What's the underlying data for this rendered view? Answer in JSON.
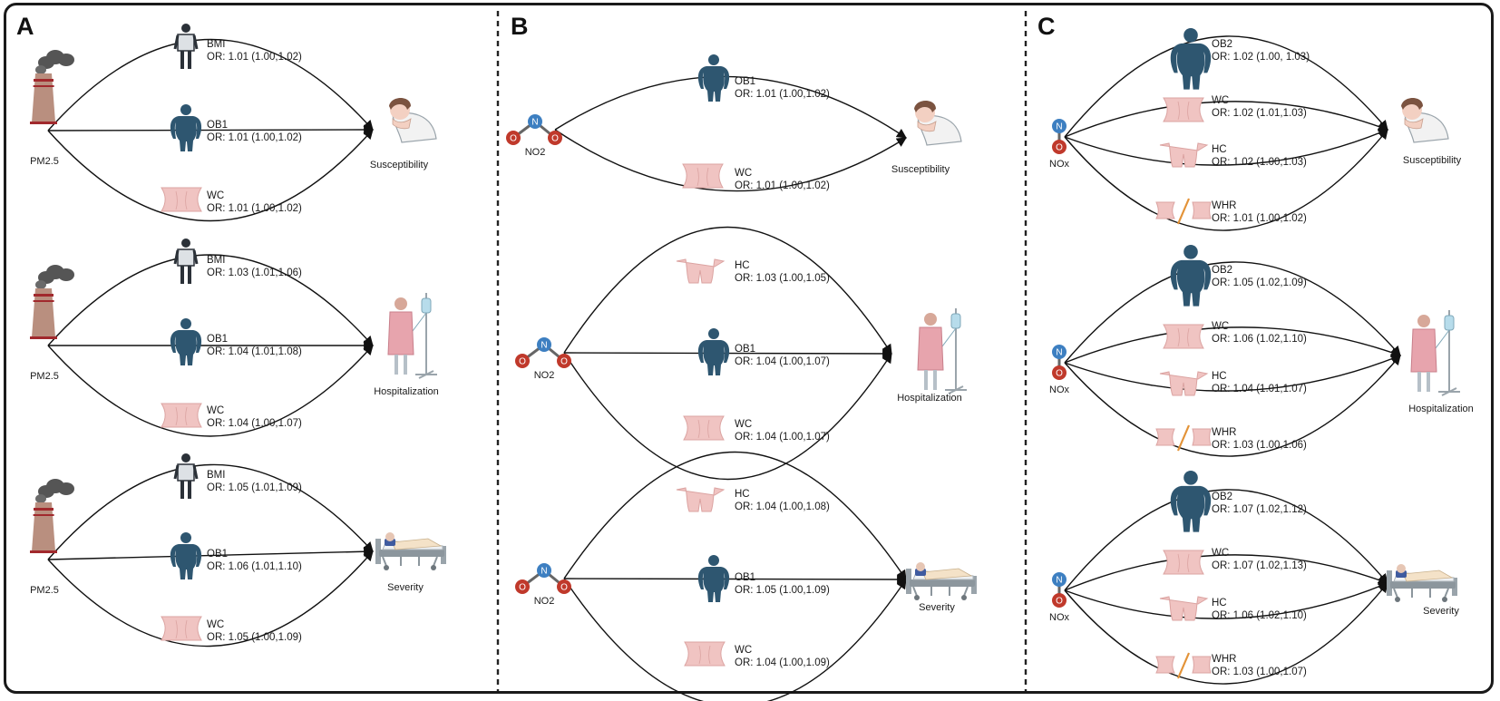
{
  "colors": {
    "silhouette": "#2e5670",
    "body_tone": "#f0c4c2",
    "body_stroke": "#dba3a1",
    "ratio_slash": "#e39338",
    "smoke": "#555555",
    "stack": "#b98f7f",
    "stack_band": "#a1292d",
    "oxygen": "#c0392b",
    "nitrogen": "#3d7fc1",
    "lines": "#111111",
    "divider": "#222222"
  },
  "panels": [
    {
      "label": "A",
      "rows": [
        {
          "exposure": "PM2.5",
          "exposure_icon": "factory-icon",
          "outcome": "Susceptibility",
          "outcome_icon": "coughing-patient-icon",
          "mediators": [
            {
              "name": "BMI",
              "or": "OR: 1.01 (1.00,1.02)",
              "icon": "person-icon",
              "position": "top"
            },
            {
              "name": "OB1",
              "or": "OR: 1.01 (1.00,1.02)",
              "icon": "obese-silhouette-icon",
              "position": "middle"
            },
            {
              "name": "WC",
              "or": "OR: 1.01 (1.00,1.02)",
              "icon": "waist-icon",
              "position": "bottom"
            }
          ]
        },
        {
          "exposure": "PM2.5",
          "exposure_icon": "factory-icon",
          "outcome": "Hospitalization",
          "outcome_icon": "hospital-patient-icon",
          "mediators": [
            {
              "name": "BMI",
              "or": "OR: 1.03 (1.01,1.06)",
              "icon": "person-icon",
              "position": "top"
            },
            {
              "name": "OB1",
              "or": "OR: 1.04 (1.01,1.08)",
              "icon": "obese-silhouette-icon",
              "position": "middle"
            },
            {
              "name": "WC",
              "or": "OR: 1.04 (1.00,1.07)",
              "icon": "waist-icon",
              "position": "bottom"
            }
          ]
        },
        {
          "exposure": "PM2.5",
          "exposure_icon": "factory-icon",
          "outcome": "Severity",
          "outcome_icon": "hospital-bed-icon",
          "mediators": [
            {
              "name": "BMI",
              "or": "OR: 1.05 (1.01,1.09)",
              "icon": "person-icon",
              "position": "top"
            },
            {
              "name": "OB1",
              "or": "OR: 1.06 (1.01,1.10)",
              "icon": "obese-silhouette-icon",
              "position": "middle"
            },
            {
              "name": "WC",
              "or": "OR: 1.05 (1.00,1.09)",
              "icon": "waist-icon",
              "position": "bottom"
            }
          ]
        }
      ]
    },
    {
      "label": "B",
      "rows": [
        {
          "exposure": "NO2",
          "exposure_icon": "no2-molecule-icon",
          "outcome": "Susceptibility",
          "outcome_icon": "coughing-patient-icon",
          "mediators": [
            {
              "name": "OB1",
              "or": "OR: 1.01 (1.00,1.02)",
              "icon": "obese-silhouette-icon",
              "position": "top"
            },
            {
              "name": "WC",
              "or": "OR: 1.01 (1.00,1.02)",
              "icon": "waist-icon",
              "position": "bottom"
            }
          ]
        },
        {
          "exposure": "NO2",
          "exposure_icon": "no2-molecule-icon",
          "outcome": "Hospitalization",
          "outcome_icon": "hospital-patient-icon",
          "mediators": [
            {
              "name": "HC",
              "or": "OR: 1.03 (1.00,1.05)",
              "icon": "hip-icon",
              "position": "top"
            },
            {
              "name": "OB1",
              "or": "OR: 1.04 (1.00,1.07)",
              "icon": "obese-silhouette-icon",
              "position": "middle"
            },
            {
              "name": "WC",
              "or": "OR: 1.04 (1.00,1.07)",
              "icon": "waist-icon",
              "position": "bottom"
            }
          ]
        },
        {
          "exposure": "NO2",
          "exposure_icon": "no2-molecule-icon",
          "outcome": "Severity",
          "outcome_icon": "hospital-bed-icon",
          "mediators": [
            {
              "name": "HC",
              "or": "OR: 1.04 (1.00,1.08)",
              "icon": "hip-icon",
              "position": "top"
            },
            {
              "name": "OB1",
              "or": "OR: 1.05 (1.00,1.09)",
              "icon": "obese-silhouette-icon",
              "position": "middle"
            },
            {
              "name": "WC",
              "or": "OR: 1.04 (1.00,1.09)",
              "icon": "waist-icon",
              "position": "bottom"
            }
          ]
        }
      ]
    },
    {
      "label": "C",
      "rows": [
        {
          "exposure": "NOx",
          "exposure_icon": "nox-molecule-icon",
          "outcome": "Susceptibility",
          "outcome_icon": "coughing-patient-icon",
          "mediators": [
            {
              "name": "OB2",
              "or": "OR: 1.02 (1.00, 1.03)",
              "icon": "severe-obese-silhouette-icon",
              "position": "top"
            },
            {
              "name": "WC",
              "or": "OR: 1.02 (1.01,1.03)",
              "icon": "waist-icon",
              "position": "upper"
            },
            {
              "name": "HC",
              "or": "OR: 1.02 (1.00,1.03)",
              "icon": "hip-icon",
              "position": "lower"
            },
            {
              "name": "WHR",
              "or": "OR: 1.01 (1.00,1.02)",
              "icon": "waist-hip-ratio-icon",
              "position": "bottom"
            }
          ]
        },
        {
          "exposure": "NOx",
          "exposure_icon": "nox-molecule-icon",
          "outcome": "Hospitalization",
          "outcome_icon": "hospital-patient-icon",
          "mediators": [
            {
              "name": "OB2",
              "or": "OR: 1.05 (1.02,1.09)",
              "icon": "severe-obese-silhouette-icon",
              "position": "top"
            },
            {
              "name": "WC",
              "or": "OR: 1.06 (1.02,1.10)",
              "icon": "waist-icon",
              "position": "upper"
            },
            {
              "name": "HC",
              "or": "OR: 1.04 (1.01,1.07)",
              "icon": "hip-icon",
              "position": "lower"
            },
            {
              "name": "WHR",
              "or": "OR: 1.03 (1.00,1.06)",
              "icon": "waist-hip-ratio-icon",
              "position": "bottom"
            }
          ]
        },
        {
          "exposure": "NOx",
          "exposure_icon": "nox-molecule-icon",
          "outcome": "Severity",
          "outcome_icon": "hospital-bed-icon",
          "mediators": [
            {
              "name": "OB2",
              "or": "OR: 1.07 (1.02,1.12)",
              "icon": "severe-obese-silhouette-icon",
              "position": "top"
            },
            {
              "name": "WC",
              "or": "OR: 1.07 (1.02,1.13)",
              "icon": "waist-icon",
              "position": "upper"
            },
            {
              "name": "HC",
              "or": "OR: 1.06 (1.02,1.10)",
              "icon": "hip-icon",
              "position": "lower"
            },
            {
              "name": "WHR",
              "or": "OR: 1.03 (1.00,1.07)",
              "icon": "waist-hip-ratio-icon",
              "position": "bottom"
            }
          ]
        }
      ]
    }
  ]
}
